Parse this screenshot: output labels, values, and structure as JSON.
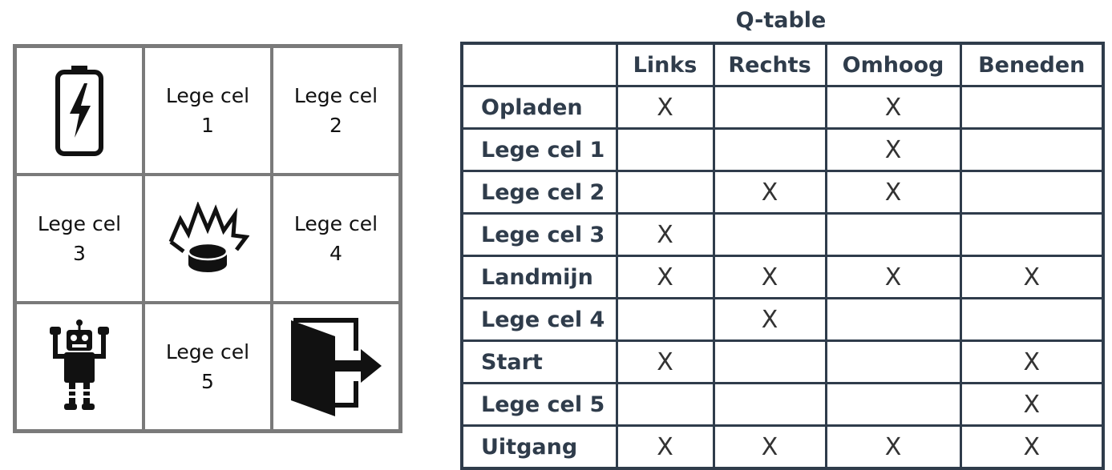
{
  "grid": {
    "cells": [
      {
        "type": "icon",
        "icon": "battery-charging-icon"
      },
      {
        "type": "text",
        "label": "Lege cel\n1"
      },
      {
        "type": "text",
        "label": "Lege cel\n2"
      },
      {
        "type": "text",
        "label": "Lege cel\n3"
      },
      {
        "type": "icon",
        "icon": "landmine-explosion-icon"
      },
      {
        "type": "text",
        "label": "Lege cel\n4"
      },
      {
        "type": "icon",
        "icon": "robot-icon"
      },
      {
        "type": "text",
        "label": "Lege cel\n5"
      },
      {
        "type": "icon",
        "icon": "exit-door-icon"
      }
    ]
  },
  "qtable": {
    "title": "Q-table",
    "columns": [
      "",
      "Links",
      "Rechts",
      "Omhoog",
      "Beneden"
    ],
    "rows": [
      {
        "label": "Opladen",
        "marks": [
          "X",
          "",
          "X",
          ""
        ]
      },
      {
        "label": "Lege cel 1",
        "marks": [
          "",
          "",
          "X",
          ""
        ]
      },
      {
        "label": "Lege cel 2",
        "marks": [
          "",
          "X",
          "X",
          ""
        ]
      },
      {
        "label": "Lege cel 3",
        "marks": [
          "X",
          "",
          "",
          ""
        ]
      },
      {
        "label": "Landmijn",
        "marks": [
          "X",
          "X",
          "X",
          "X"
        ]
      },
      {
        "label": "Lege cel 4",
        "marks": [
          "",
          "X",
          "",
          ""
        ]
      },
      {
        "label": "Start",
        "marks": [
          "X",
          "",
          "",
          "X"
        ]
      },
      {
        "label": "Lege cel 5",
        "marks": [
          "",
          "",
          "",
          "X"
        ]
      },
      {
        "label": "Uitgang",
        "marks": [
          "X",
          "X",
          "X",
          "X"
        ]
      }
    ]
  }
}
